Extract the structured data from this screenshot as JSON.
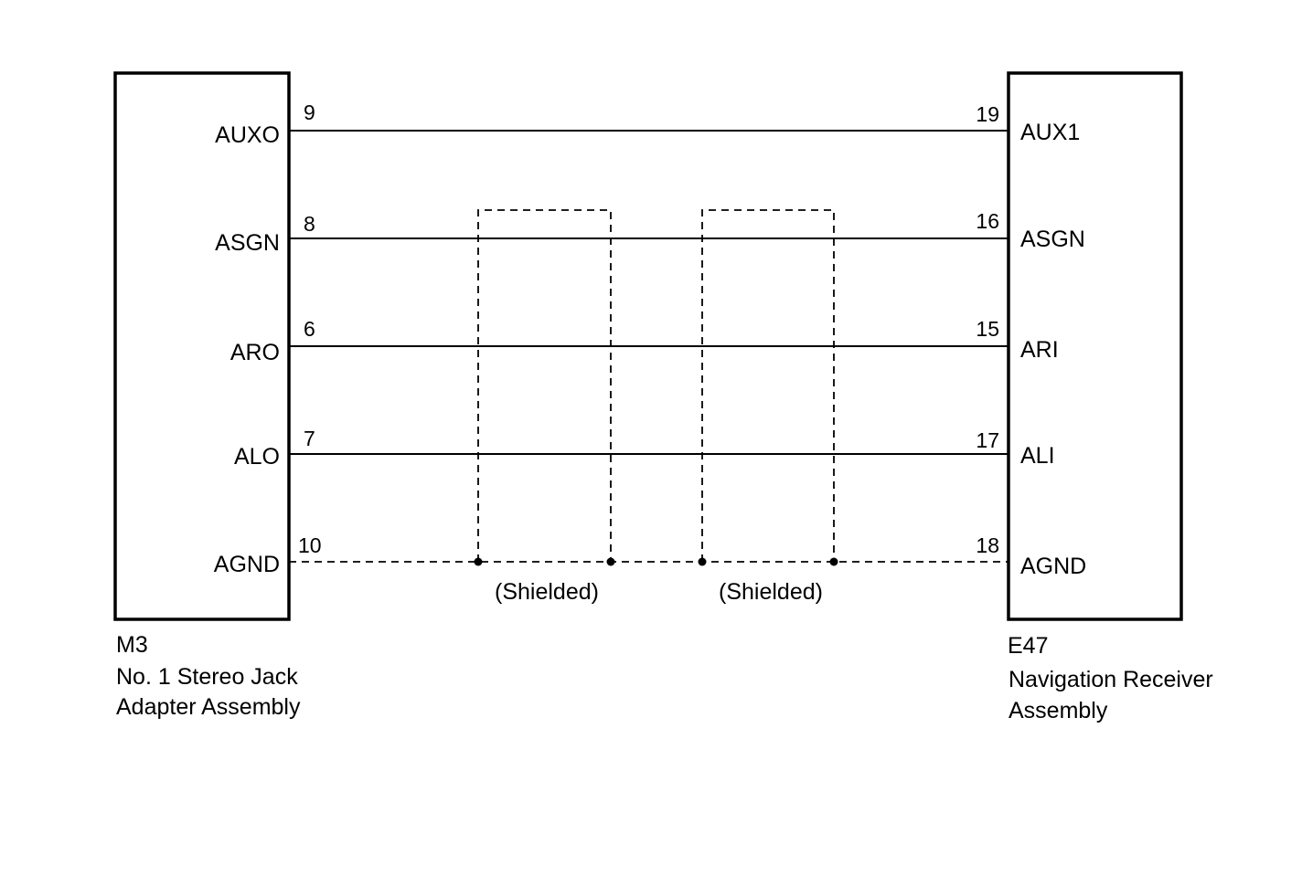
{
  "left_component": {
    "code": "M3",
    "name_line1": "No. 1 Stereo Jack",
    "name_line2": "Adapter Assembly"
  },
  "right_component": {
    "code": "E47",
    "name_line1": "Navigation Receiver",
    "name_line2": "Assembly"
  },
  "connections": [
    {
      "left_signal": "AUXO",
      "left_pin": "9",
      "right_pin": "19",
      "right_signal": "AUX1",
      "shielded_wire": false
    },
    {
      "left_signal": "ASGN",
      "left_pin": "8",
      "right_pin": "16",
      "right_signal": "ASGN",
      "shielded_wire": false
    },
    {
      "left_signal": "ARO",
      "left_pin": "6",
      "right_pin": "15",
      "right_signal": "ARI",
      "shielded_wire": false
    },
    {
      "left_signal": "ALO",
      "left_pin": "7",
      "right_pin": "17",
      "right_signal": "ALI",
      "shielded_wire": false
    },
    {
      "left_signal": "AGND",
      "left_pin": "10",
      "right_pin": "18",
      "right_signal": "AGND",
      "shielded_wire": true
    }
  ],
  "shields": [
    {
      "label": "(Shielded)"
    },
    {
      "label": "(Shielded)"
    }
  ]
}
